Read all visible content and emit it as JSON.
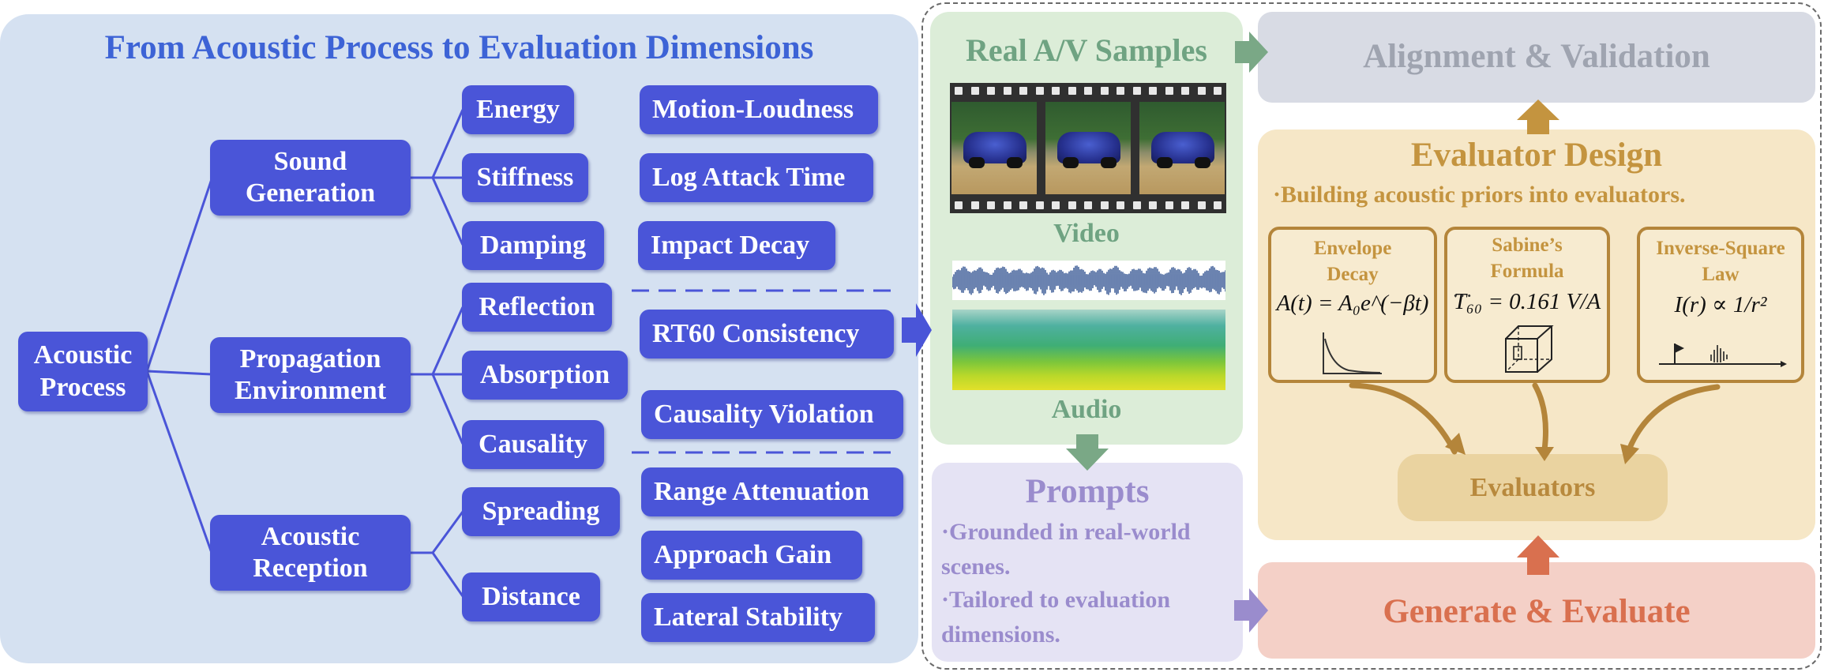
{
  "left": {
    "title": "From Acoustic Process to Evaluation Dimensions",
    "root": {
      "label_lines": [
        "Acoustic",
        "Process"
      ]
    },
    "groups": [
      {
        "label_lines": [
          "Sound",
          "Generation"
        ],
        "leaves": [
          "Energy",
          "Stiffness",
          "Damping"
        ]
      },
      {
        "label_lines": [
          "Propagation",
          "Environment"
        ],
        "leaves": [
          "Reflection",
          "Absorption",
          "Causality"
        ]
      },
      {
        "label_lines": [
          "Acoustic",
          "Reception"
        ],
        "leaves": [
          "Spreading",
          "Distance"
        ]
      }
    ],
    "dimensions": [
      "Motion-Loudness",
      "Log Attack Time",
      "Impact Decay",
      "RT60 Consistency",
      "Causality Violation",
      "Range Attenuation",
      "Approach Gain",
      "Lateral Stability"
    ]
  },
  "real": {
    "title": "Real A/V Samples",
    "video_label": "Video",
    "audio_label": "Audio"
  },
  "prompts": {
    "title": "Prompts",
    "lines": [
      "·Grounded in real-world",
      "scenes.",
      "·Tailored to evaluation",
      "dimensions."
    ]
  },
  "alignment": {
    "title": "Alignment & Validation"
  },
  "evaluator": {
    "title": "Evaluator Design",
    "subtitle": "·Building acoustic priors into evaluators.",
    "formulas": [
      {
        "title_lines": [
          "Envelope",
          "Decay"
        ],
        "formula": "A(t) = A₀e^(−βt)"
      },
      {
        "title_lines": [
          "Sabine’s",
          "Formula"
        ],
        "formula": "T₆₀ = 0.161 V/A"
      },
      {
        "title_lines": [
          "Inverse-Square",
          "Law"
        ],
        "formula": "I(r) ∝ 1/r²"
      }
    ],
    "ellipsis": "···",
    "evaluators_label": "Evaluators"
  },
  "generate": {
    "title": "Generate & Evaluate"
  },
  "colors": {
    "node_blue": "#4a55d8",
    "title_blue": "#3d63d6",
    "green": "#6fa382",
    "purple": "#9a8ccd",
    "gold": "#c4943f",
    "gray": "#9fa4b0",
    "coral": "#d9704f"
  }
}
